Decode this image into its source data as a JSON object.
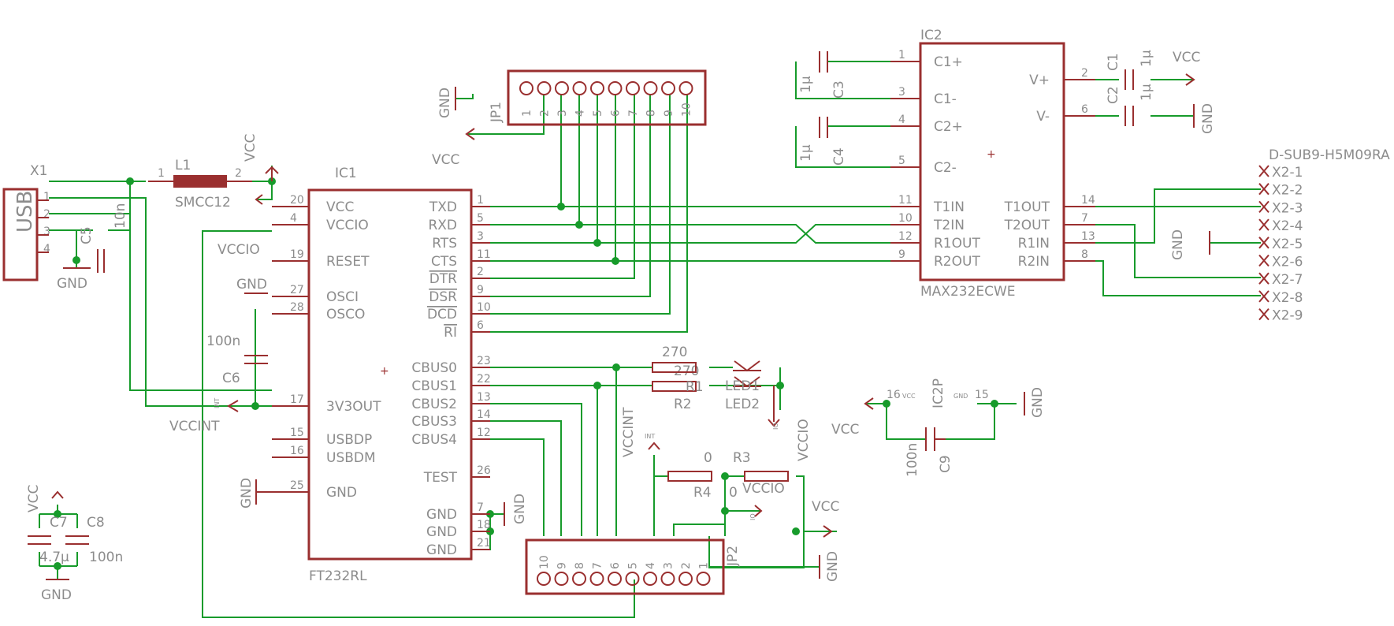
{
  "colors": {
    "wire": "#179b2b",
    "symbol": "#9a2f2f",
    "text": "#8c8c8c",
    "background": "#ffffff"
  },
  "ic1": {
    "name": "IC1",
    "value": "FT232RL",
    "left_pins": [
      {
        "num": "20",
        "name": "VCC"
      },
      {
        "num": "4",
        "name": "VCCIO"
      },
      {
        "num": "19",
        "name": "RESET"
      },
      {
        "num": "27",
        "name": "OSCI"
      },
      {
        "num": "28",
        "name": "OSCO"
      },
      {
        "num": "17",
        "name": "3V3OUT"
      },
      {
        "num": "15",
        "name": "USBDP"
      },
      {
        "num": "16",
        "name": "USBDM"
      },
      {
        "num": "25",
        "name": "GND"
      }
    ],
    "right_pins": [
      {
        "num": "1",
        "name": "TXD"
      },
      {
        "num": "5",
        "name": "RXD"
      },
      {
        "num": "3",
        "name": "RTS"
      },
      {
        "num": "11",
        "name": "CTS"
      },
      {
        "num": "2",
        "name": "DTR"
      },
      {
        "num": "9",
        "name": "DSR"
      },
      {
        "num": "10",
        "name": "DCD"
      },
      {
        "num": "6",
        "name": "RI"
      },
      {
        "num": "23",
        "name": "CBUS0"
      },
      {
        "num": "22",
        "name": "CBUS1"
      },
      {
        "num": "13",
        "name": "CBUS2"
      },
      {
        "num": "14",
        "name": "CBUS3"
      },
      {
        "num": "12",
        "name": "CBUS4"
      },
      {
        "num": "26",
        "name": "TEST"
      },
      {
        "num": "7",
        "name": "GND"
      },
      {
        "num": "18",
        "name": "GND"
      },
      {
        "num": "21",
        "name": "GND"
      }
    ]
  },
  "ic2": {
    "name": "IC2",
    "value": "MAX232ECWE",
    "left_pins": [
      {
        "num": "1",
        "name": "C1+"
      },
      {
        "num": "3",
        "name": "C1-"
      },
      {
        "num": "4",
        "name": "C2+"
      },
      {
        "num": "5",
        "name": "C2-"
      },
      {
        "num": "11",
        "name": "T1IN"
      },
      {
        "num": "10",
        "name": "T2IN"
      },
      {
        "num": "12",
        "name": "R1OUT"
      },
      {
        "num": "9",
        "name": "R2OUT"
      }
    ],
    "right_pins": [
      {
        "num": "2",
        "name": "V+"
      },
      {
        "num": "6",
        "name": "V-"
      },
      {
        "num": "14",
        "name": "T1OUT"
      },
      {
        "num": "7",
        "name": "T2OUT"
      },
      {
        "num": "13",
        "name": "R1IN"
      },
      {
        "num": "8",
        "name": "R2IN"
      }
    ]
  },
  "x1": {
    "name": "X1",
    "label": "USB",
    "pins": [
      "1",
      "2",
      "3",
      "4"
    ]
  },
  "l1": {
    "name": "L1",
    "value": "SMCC12",
    "pin1": "1",
    "pin2": "2"
  },
  "dsub": {
    "value": "D-SUB9-H5M09RA",
    "pins": [
      "X2-1",
      "X2-2",
      "X2-3",
      "X2-4",
      "X2-5",
      "X2-6",
      "X2-7",
      "X2-8",
      "X2-9"
    ]
  },
  "jp1": {
    "name": "JP1",
    "pins": [
      "1",
      "2",
      "3",
      "4",
      "5",
      "6",
      "7",
      "8",
      "9",
      "10"
    ]
  },
  "jp2": {
    "name": "JP2",
    "pins": [
      "10",
      "9",
      "8",
      "7",
      "6",
      "5",
      "4",
      "3",
      "2",
      "1"
    ]
  },
  "ic2p": {
    "name": "IC2P",
    "pin_vcc": "16",
    "pin_gnd": "15",
    "vcc_tag": "VCC",
    "gnd_tag": "GND"
  },
  "parts": {
    "c1": {
      "name": "C1",
      "value": "1µ"
    },
    "c2": {
      "name": "C2",
      "value": "1µ"
    },
    "c3": {
      "name": "C3",
      "value": "1µ"
    },
    "c4": {
      "name": "C4",
      "value": "1µ"
    },
    "c5": {
      "name": "C5",
      "value": "10n"
    },
    "c6": {
      "name": "C6",
      "value": "100n"
    },
    "c7": {
      "name": "C7",
      "value": "4.7µ"
    },
    "c8": {
      "name": "C8",
      "value": "100n"
    },
    "c9": {
      "name": "C9",
      "value": "100n"
    },
    "r1": {
      "name": "R1",
      "value": "270"
    },
    "r2": {
      "name": "R2",
      "value": "270"
    },
    "r3": {
      "name": "R3",
      "value": "0"
    },
    "r4": {
      "name": "R4",
      "value": "0"
    },
    "led1": {
      "name": "LED1"
    },
    "led2": {
      "name": "LED2"
    }
  },
  "nets": {
    "vcc": "VCC",
    "gnd": "GND",
    "vccio": "VCCIO",
    "vccint": "VCCINT",
    "int": "INT",
    "io": "IO"
  }
}
